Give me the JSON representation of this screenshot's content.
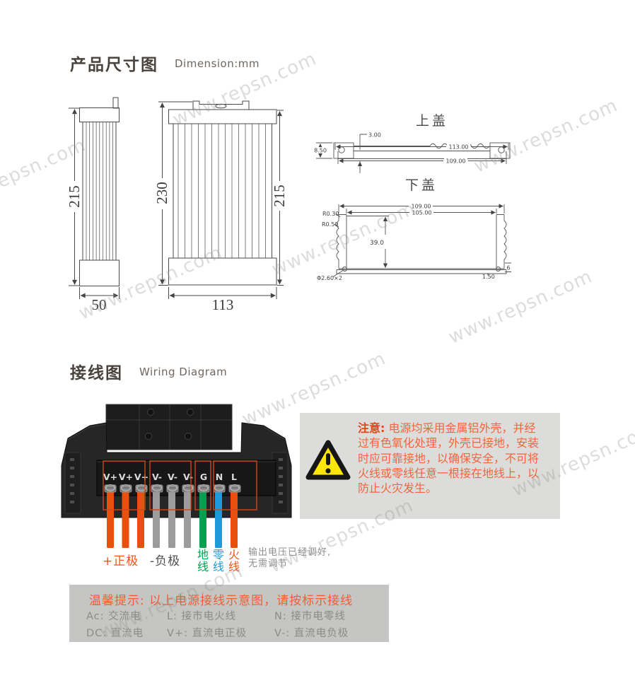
{
  "watermark": {
    "text": "www.repsn.com"
  },
  "theme": {
    "accent_orange": "#f0541c",
    "warning_text": "#f2653e",
    "warning_bg": "#dcdcda",
    "notice_bg": "#c5c5c3",
    "triangle_yellow": "#ffe60a"
  },
  "dimension_section": {
    "title": "产品尺寸图",
    "subtitle": "Dimension:mm",
    "side_view": {
      "height_mm": "215",
      "width_mm": "50"
    },
    "front_view": {
      "total_height_mm": "230",
      "body_height_mm": "215",
      "width_mm": "113"
    },
    "top_cover": {
      "title": "上盖",
      "rib_offset": "3.00",
      "outer_width": "113.00",
      "inner_width": "109.00",
      "height": "8.50"
    },
    "bottom_cover": {
      "title": "下盖",
      "outer_width": "109.00",
      "inner_width": "105.00",
      "radius_small": "R0.30",
      "radius_large": "R0.50",
      "wall_height": "39.0",
      "hole": "Φ2.60×2",
      "base_thickness": "1.50",
      "foot_width": "6"
    }
  },
  "wiring_section": {
    "title": "接线图",
    "subtitle": "Wiring Diagram",
    "terminal_labels": [
      "V+",
      "V+",
      "V+",
      "V-",
      "V-",
      "V-",
      "G",
      "N",
      "L"
    ],
    "wires": {
      "positive_label": "+正极",
      "negative_label": "-负极",
      "ground_label": "地线",
      "neutral_label": "零线",
      "live_label": "火线"
    },
    "output_note": {
      "line1": "输出电压已经调好,",
      "line2": "无需调节"
    },
    "colors": {
      "positive": "#e8500d",
      "negative": "#9c9c9c",
      "ground": "#00a14e",
      "neutral": "#1e9ada",
      "live": "#e8500d"
    }
  },
  "warning": {
    "label": "注意:",
    "line1": "电源均采用金属铝外壳，并经",
    "line2": "过有色氧化处理，外壳已接地，安装",
    "line3": "时应可靠接地，以确保安全，不可将",
    "line4": "火线或零线任意一根接在地线上，以",
    "line5": "防止火灾发生。"
  },
  "notice": {
    "headline": "温馨提示: 以上电源接线示意图，请按标示接线",
    "row1": {
      "c1": "Ac: 交流电",
      "c2": "L: 接市电火线",
      "c3": "N: 接市电零线"
    },
    "row2": {
      "c1": "DC: 直流电",
      "c2": "V+: 直流电正极",
      "c3": "V-: 直流电负极"
    }
  }
}
